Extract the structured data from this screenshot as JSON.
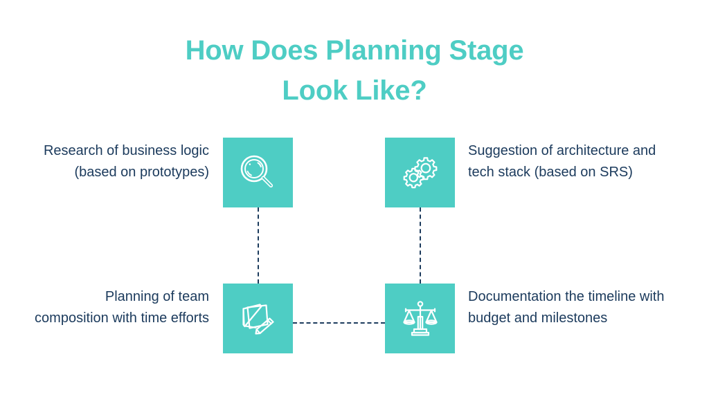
{
  "title": {
    "line1": "How Does Planning Stage",
    "line2": "Look Like?"
  },
  "colors": {
    "accent_teal": "#4ECDC4",
    "text_navy": "#1B3A5C",
    "background": "#FFFFFF"
  },
  "nodes": [
    {
      "id": "research",
      "icon": "magnifier-icon",
      "label": "Research of business logic (based on prototypes)",
      "position": "top-left"
    },
    {
      "id": "architecture",
      "icon": "gears-icon",
      "label": "Suggestion of architecture and tech stack (based on SRS)",
      "position": "top-right"
    },
    {
      "id": "team-planning",
      "icon": "notes-pencil-icon",
      "label": "Planning of team composition with time efforts",
      "position": "bottom-left"
    },
    {
      "id": "documentation",
      "icon": "scales-icon",
      "label": "Documentation the timeline with budget and milestones",
      "position": "bottom-right"
    }
  ],
  "connectors": [
    {
      "id": "left-vertical",
      "from": "research",
      "to": "team-planning",
      "style": "dashed"
    },
    {
      "id": "right-vertical",
      "from": "architecture",
      "to": "documentation",
      "style": "dashed"
    },
    {
      "id": "bottom-horizontal",
      "from": "team-planning",
      "to": "documentation",
      "style": "dashed"
    }
  ]
}
